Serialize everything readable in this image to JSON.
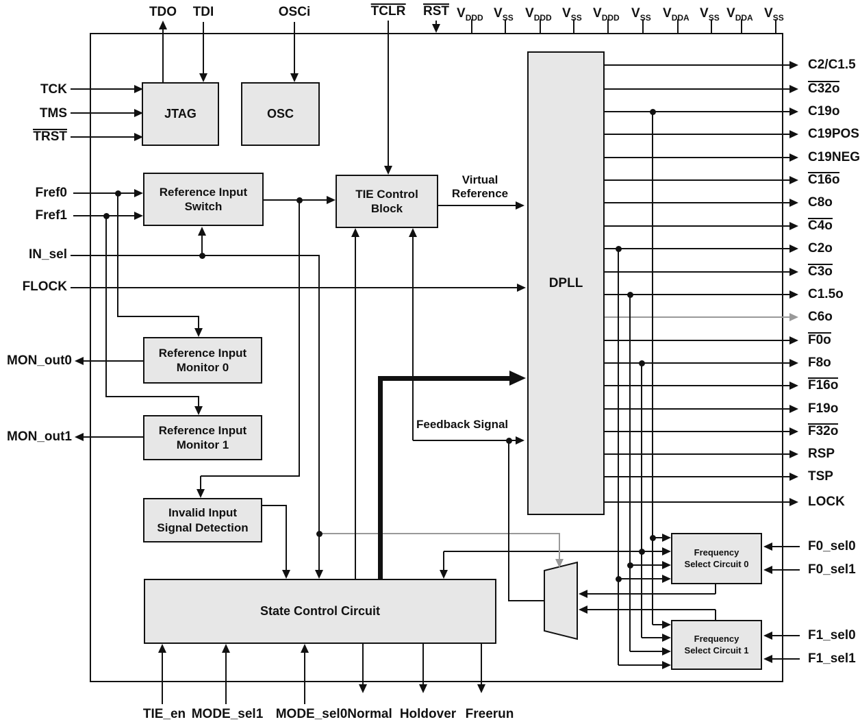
{
  "blocks": {
    "jtag": "JTAG",
    "osc": "OSC",
    "reference_input_switch": "Reference Input Switch",
    "tie_control_block": "TIE Control Block",
    "dpll": "DPLL",
    "reference_input_monitor_0": "Reference Input Monitor 0",
    "reference_input_monitor_1": "Reference Input Monitor 1",
    "invalid_input_signal_detection": "Invalid Input Signal Detection",
    "state_control_circuit": "State Control Circuit",
    "frequency_select_circuit_0": "Frequency Select Circuit 0",
    "frequency_select_circuit_1": "Frequency Select Circuit 1",
    "mux": "multiplexer"
  },
  "annotations": {
    "virtual_reference": "Virtual Reference",
    "feedback_signal": "Feedback Signal"
  },
  "pins": {
    "top": [
      {
        "label": "TDO",
        "overline": false,
        "direction": "output"
      },
      {
        "label": "TDI",
        "overline": false,
        "direction": "input"
      },
      {
        "label": "OSCi",
        "overline": false,
        "direction": "input"
      },
      {
        "label": "TCLR",
        "overline": true,
        "direction": "input"
      },
      {
        "label": "RST",
        "overline": true,
        "direction": "input"
      }
    ],
    "power": [
      {
        "base": "V",
        "sub": "DDD"
      },
      {
        "base": "V",
        "sub": "SS"
      },
      {
        "base": "V",
        "sub": "DDD"
      },
      {
        "base": "V",
        "sub": "SS"
      },
      {
        "base": "V",
        "sub": "DDD"
      },
      {
        "base": "V",
        "sub": "SS"
      },
      {
        "base": "V",
        "sub": "DDA"
      },
      {
        "base": "V",
        "sub": "SS"
      },
      {
        "base": "V",
        "sub": "DDA"
      },
      {
        "base": "V",
        "sub": "SS"
      }
    ],
    "left": [
      {
        "label": "TCK",
        "overline": false,
        "direction": "input"
      },
      {
        "label": "TMS",
        "overline": false,
        "direction": "input"
      },
      {
        "label": "TRST",
        "overline": true,
        "direction": "input"
      },
      {
        "label": "Fref0",
        "overline": false,
        "direction": "input"
      },
      {
        "label": "Fref1",
        "overline": false,
        "direction": "input"
      },
      {
        "label": "IN_sel",
        "overline": false,
        "direction": "input"
      },
      {
        "label": "FLOCK",
        "overline": false,
        "direction": "input"
      },
      {
        "label": "MON_out0",
        "overline": false,
        "direction": "output"
      },
      {
        "label": "MON_out1",
        "overline": false,
        "direction": "output"
      }
    ],
    "right_outputs": [
      {
        "label": "C2/C1.5",
        "overline": false
      },
      {
        "label": "C32o",
        "overline": true
      },
      {
        "label": "C19o",
        "overline": false
      },
      {
        "label": "C19POS",
        "overline": false
      },
      {
        "label": "C19NEG",
        "overline": false
      },
      {
        "label": "C16o",
        "overline": true
      },
      {
        "label": "C8o",
        "overline": false
      },
      {
        "label": "C4o",
        "overline": true
      },
      {
        "label": "C2o",
        "overline": false
      },
      {
        "label": "C3o",
        "overline": true
      },
      {
        "label": "C1.5o",
        "overline": false
      },
      {
        "label": "C6o",
        "overline": false
      },
      {
        "label": "F0o",
        "overline": true
      },
      {
        "label": "F8o",
        "overline": false
      },
      {
        "label": "F16o",
        "overline": true
      },
      {
        "label": "F19o",
        "overline": false
      },
      {
        "label": "F32o",
        "overline": true
      },
      {
        "label": "RSP",
        "overline": false
      },
      {
        "label": "TSP",
        "overline": false
      },
      {
        "label": "LOCK",
        "overline": false
      }
    ],
    "right_inputs": [
      {
        "label": "F0_sel0"
      },
      {
        "label": "F0_sel1"
      },
      {
        "label": "F1_sel0"
      },
      {
        "label": "F1_sel1"
      }
    ],
    "bottom_inputs": [
      {
        "label": "TIE_en"
      },
      {
        "label": "MODE_sel1"
      },
      {
        "label": "MODE_sel0"
      }
    ],
    "bottom_outputs": [
      {
        "label": "Normal"
      },
      {
        "label": "Holdover"
      },
      {
        "label": "Freerun"
      }
    ]
  },
  "colors": {
    "line": "#111111",
    "gray_line": "#999999",
    "block_fill": "#e7e7e7",
    "background": "#ffffff"
  }
}
